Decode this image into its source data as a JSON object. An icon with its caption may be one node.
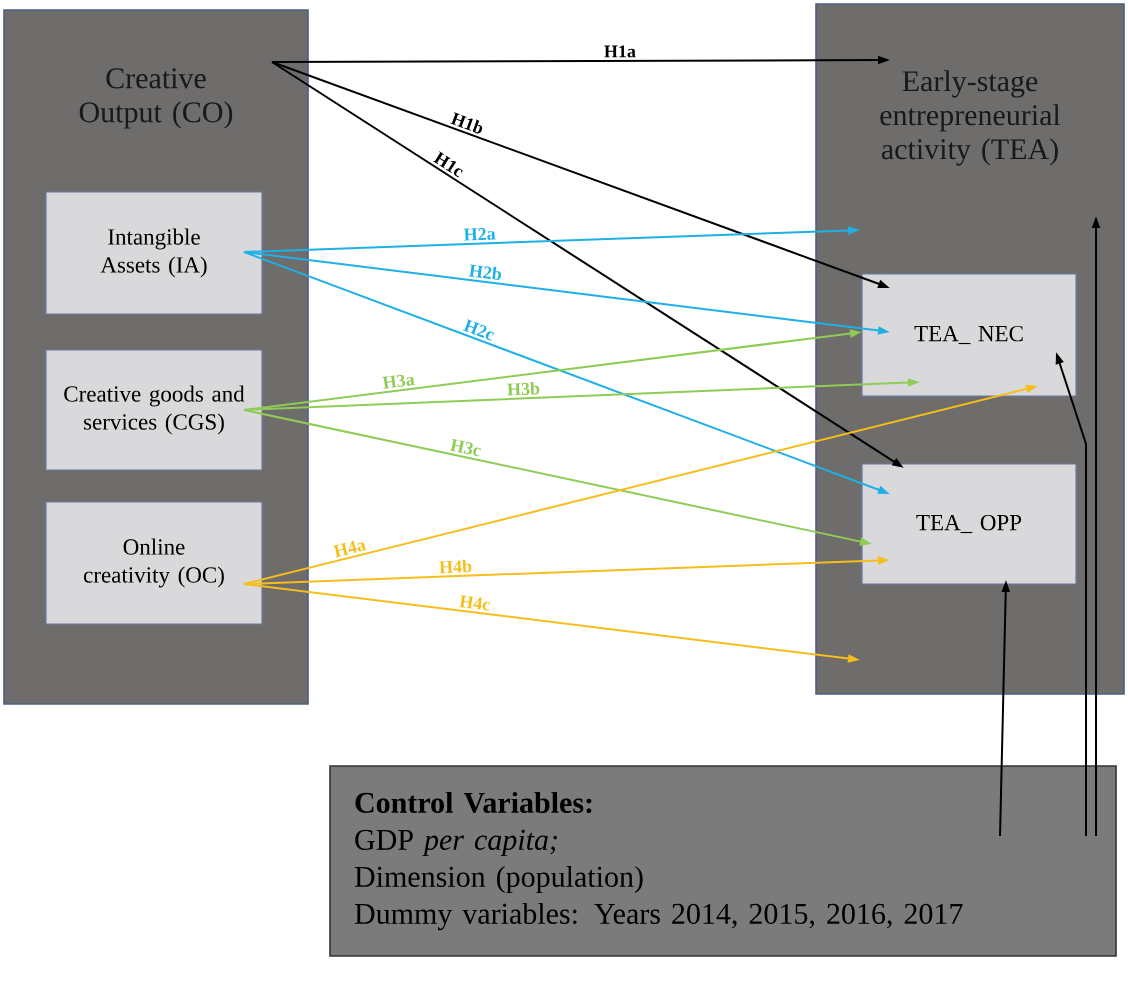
{
  "diagram": {
    "nodes": [
      {
        "text": [
          "Creative Output (CO)"
        ]
      },
      {
        "text": [
          "Intangible Assets (IA)"
        ],
        "in": 0
      },
      {
        "text": [
          "Creative goods and services (CGS)"
        ],
        "in": 0
      },
      {
        "text": [
          "Online creativity (OC)"
        ],
        "in": 0
      },
      {
        "text": [
          "Early-stage entrepreneurial activity (TEA)"
        ]
      },
      {
        "text": [
          "TEA_ NEC"
        ],
        "in": 4
      },
      {
        "text": [
          "TEA_ OPP"
        ],
        "in": 4
      },
      {
        "text": [
          "Control Variables:",
          "GDP *per capita;*",
          "Dimension (population)",
          "Dummy variables: Years 2014, 2015, 2016, 2017"
        ]
      }
    ],
    "edges": [
      {
        "from": 0,
        "to": 4,
        "arrow": "to",
        "label": "H1a"
      },
      {
        "from": 0,
        "to": 5,
        "arrow": "to",
        "label": "H1b"
      },
      {
        "from": 0,
        "to": 6,
        "arrow": "to",
        "label": "H1c"
      },
      {
        "from": 1,
        "to": 4,
        "arrow": "to",
        "label": "H2a",
        "color": "#1fb0e6"
      },
      {
        "from": 1,
        "to": 5,
        "arrow": "to",
        "label": "H2b",
        "color": "#1fb0e6"
      },
      {
        "from": 1,
        "to": 6,
        "arrow": "to",
        "label": "H2c",
        "color": "#1fb0e6"
      },
      {
        "from": 2,
        "to": 5,
        "arrow": "to",
        "label": "H3a",
        "color": "#8fcc55"
      },
      {
        "from": 2,
        "to": 5,
        "arrow": "to",
        "label": "H3b",
        "color": "#8fcc55"
      },
      {
        "from": 2,
        "to": 6,
        "arrow": "to",
        "label": "H3c",
        "color": "#8fcc55"
      },
      {
        "from": 3,
        "to": 5,
        "arrow": "to",
        "label": "H4a",
        "color": "#f5be1c"
      },
      {
        "from": 3,
        "to": 6,
        "arrow": "to",
        "label": "H4b",
        "color": "#f5be1c"
      },
      {
        "from": 3,
        "to": 4,
        "arrow": "to",
        "label": "H4c",
        "color": "#f5be1c"
      },
      {
        "from": 7,
        "to": 6,
        "arrow": "to"
      },
      {
        "from": 7,
        "to": 5,
        "arrow": "to"
      },
      {
        "from": 7,
        "to": 4,
        "arrow": "to"
      }
    ]
  }
}
